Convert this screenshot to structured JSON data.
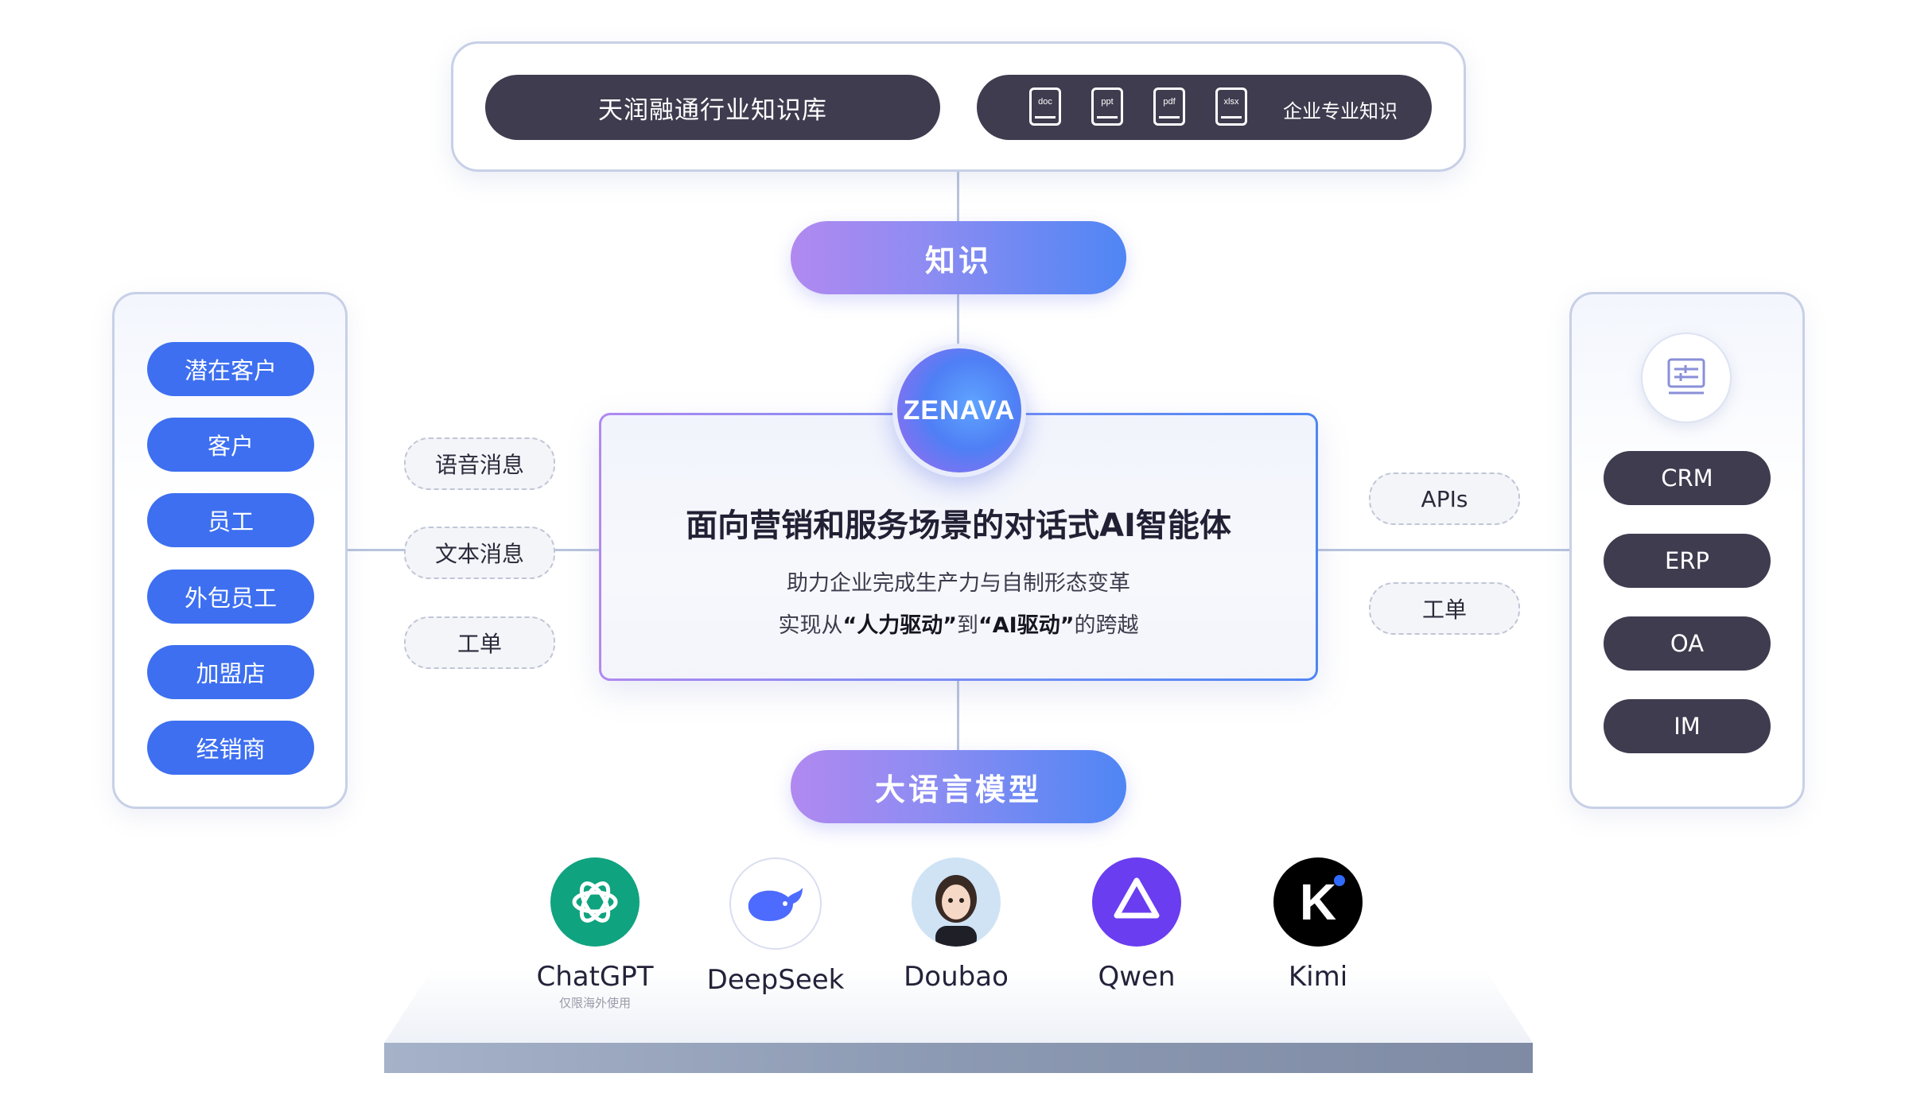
{
  "knowledge_bar": {
    "industry_kb": "天润融通行业知识库",
    "file_types": [
      "doc",
      "ppt",
      "pdf",
      "xlsx"
    ],
    "enterprise_kb": "企业专业知识"
  },
  "knowledge_label": "知识",
  "llm_label": "大语言模型",
  "left_panel": {
    "items": [
      "潜在客户",
      "客户",
      "员工",
      "外包员工",
      "加盟店",
      "经销商"
    ]
  },
  "left_channels": [
    "语音消息",
    "文本消息",
    "工单"
  ],
  "right_channels": [
    "APIs",
    "工单"
  ],
  "right_panel": {
    "icon": "settings-sliders-icon",
    "systems": [
      "CRM",
      "ERP",
      "OA",
      "IM"
    ]
  },
  "center": {
    "logo": "ZENAVA",
    "title": "面向营销和服务场景的对话式AI智能体",
    "line1": "助力企业完成生产力与自制形态变革",
    "line2_prefix": "实现从",
    "line2_q1": "“人力驱动”",
    "line2_mid": "到",
    "line2_q2": "“AI驱动”",
    "line2_suffix": "的跨越"
  },
  "models": [
    {
      "name": "ChatGPT",
      "note": "仅限海外使用",
      "color": "#10a37f"
    },
    {
      "name": "DeepSeek",
      "note": "",
      "color": "#4d6bfe"
    },
    {
      "name": "Doubao",
      "note": "",
      "color": "#cfe3f5"
    },
    {
      "name": "Qwen",
      "note": "",
      "color": "#6a3df0"
    },
    {
      "name": "Kimi",
      "note": "",
      "color": "#000000"
    }
  ]
}
